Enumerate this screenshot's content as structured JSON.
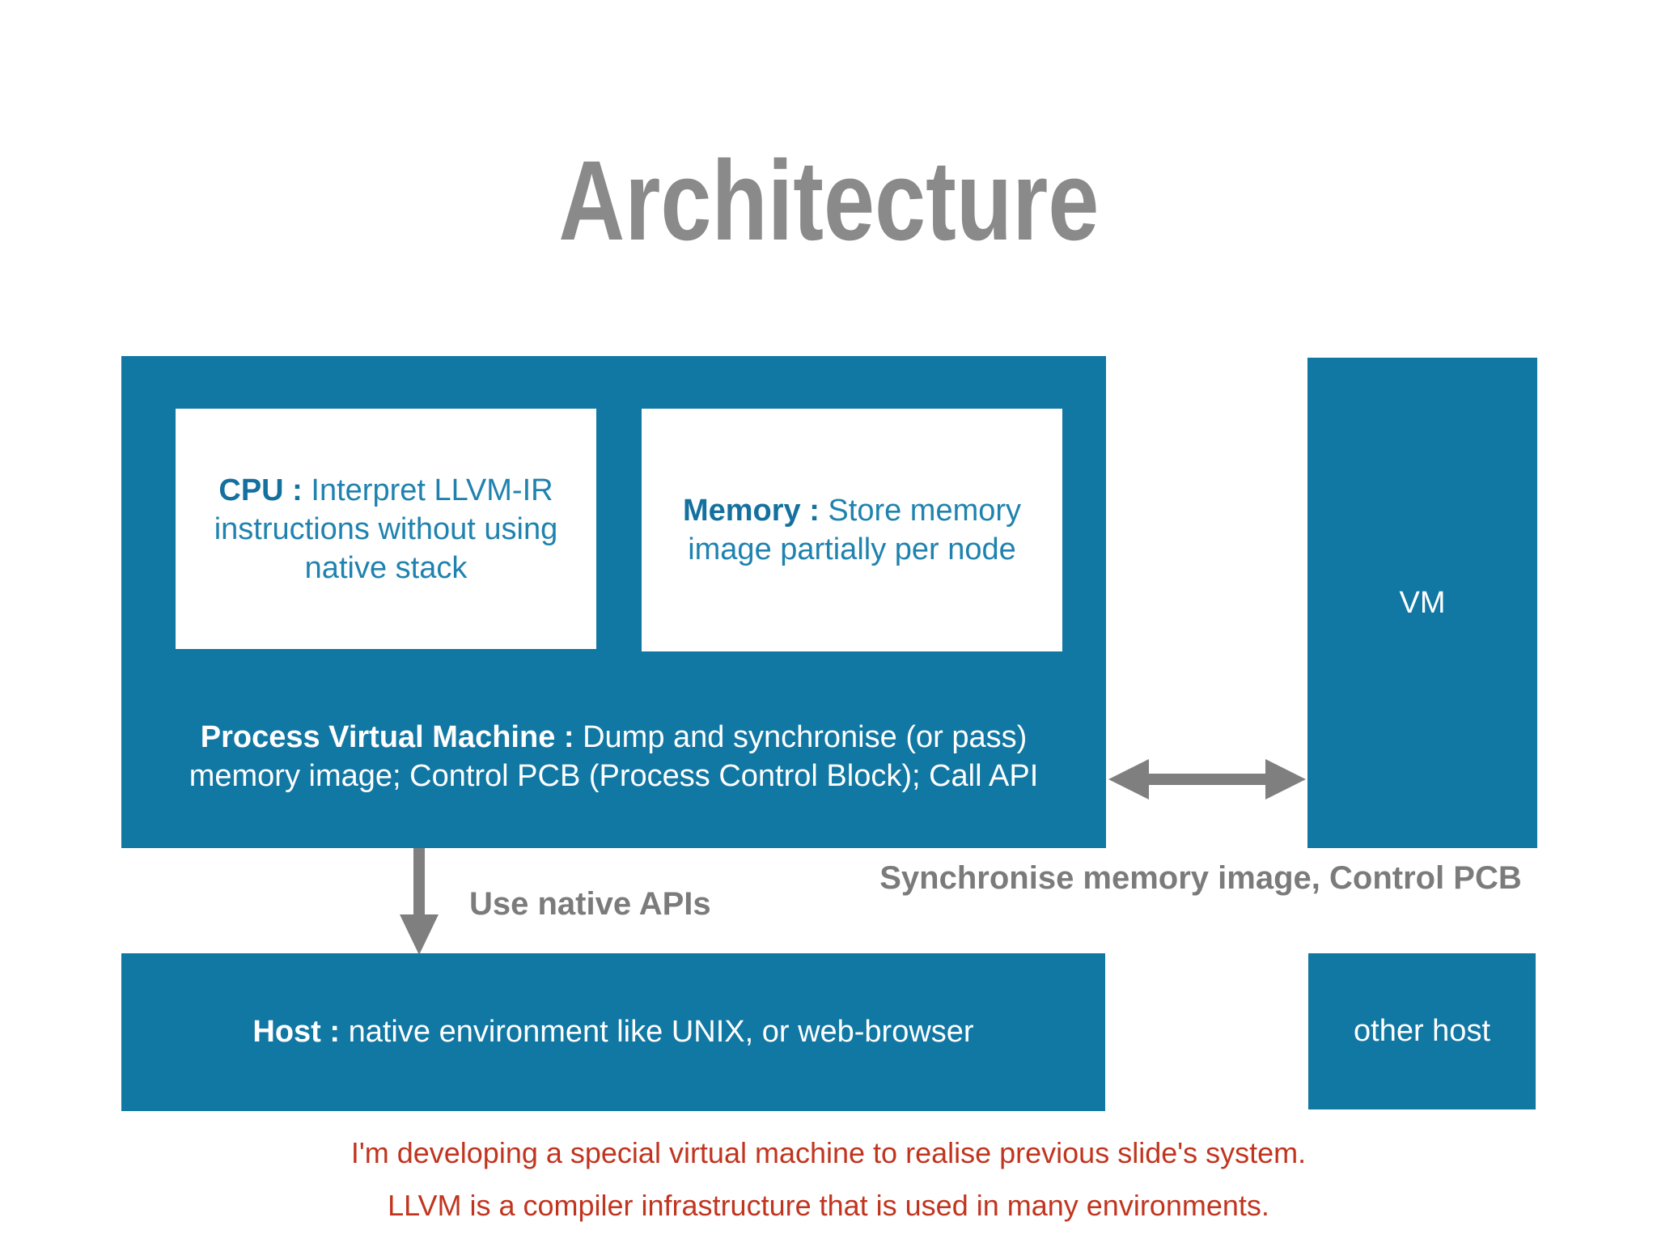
{
  "slide": {
    "title": "Architecture",
    "notes": {
      "line1": "I'm developing a special virtual machine to realise previous slide's system.",
      "line2": "LLVM is a compiler infrastructure that is used in many environments."
    }
  },
  "colors": {
    "box_teal": "#1177a3",
    "title_gray": "#8a8a8a",
    "label_gray": "#7b7b7b",
    "arrow_gray": "#7f7f7f",
    "note_red": "#c1351f",
    "card_text_teal": "#1f82af",
    "card_label_teal": "#14719f"
  },
  "diagram": {
    "pvm": {
      "label": "Process Virtual Machine :",
      "line1_rest": "Dump and synchronise (or pass)",
      "line2": "memory image; Control PCB (Process Control Block); Call API",
      "cpu": {
        "label": "CPU :",
        "line1": "Interpret LLVM-IR",
        "line2": "instructions without using",
        "line3": "native stack"
      },
      "memory": {
        "label": "Memory :",
        "line1": "Store memory",
        "line2": "image partially per node"
      }
    },
    "vm": {
      "label": "VM"
    },
    "host": {
      "label": "Host :",
      "text": "native environment like UNIX, or web-browser"
    },
    "other_host": {
      "label": "other host"
    },
    "labels": {
      "use_native": "Use native APIs",
      "synchronise": "Synchronise memory image, Control PCB"
    }
  }
}
